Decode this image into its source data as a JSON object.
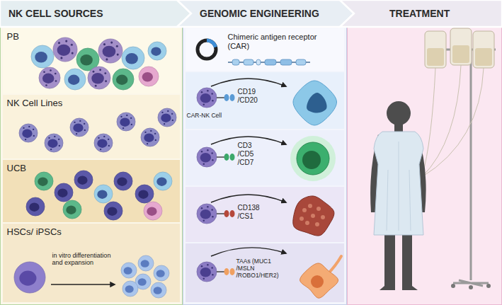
{
  "diagram": {
    "nodes": [
      {
        "text": [
          "NK CELL SOURCES"
        ]
      },
      {
        "text": [
          "PB"
        ],
        "in": 0
      },
      {
        "text": [
          "NK Cell Lines"
        ],
        "in": 0
      },
      {
        "text": [
          "UCB"
        ],
        "in": 0
      },
      {
        "text": [
          "HSCs/ iPSCs",
          "in vitro differentiation and expansion"
        ],
        "in": 0
      },
      {
        "text": [
          "GENOMIC ENGINEERING"
        ]
      },
      {
        "text": [
          "Chimeric antigen receptor (CAR)"
        ],
        "in": 5
      },
      {
        "text": [
          "CAR-NK Cell",
          "CD19 /CD20"
        ],
        "in": 5
      },
      {
        "text": [
          "CD3 /CD5 /CD7"
        ],
        "in": 5
      },
      {
        "text": [
          "CD138 /CS1"
        ],
        "in": 5
      },
      {
        "text": [
          "TAAs (MUC1 /MSLN /ROBO1/HER2)"
        ],
        "in": 5
      },
      {
        "text": [
          "TREATMENT"
        ]
      }
    ]
  }
}
